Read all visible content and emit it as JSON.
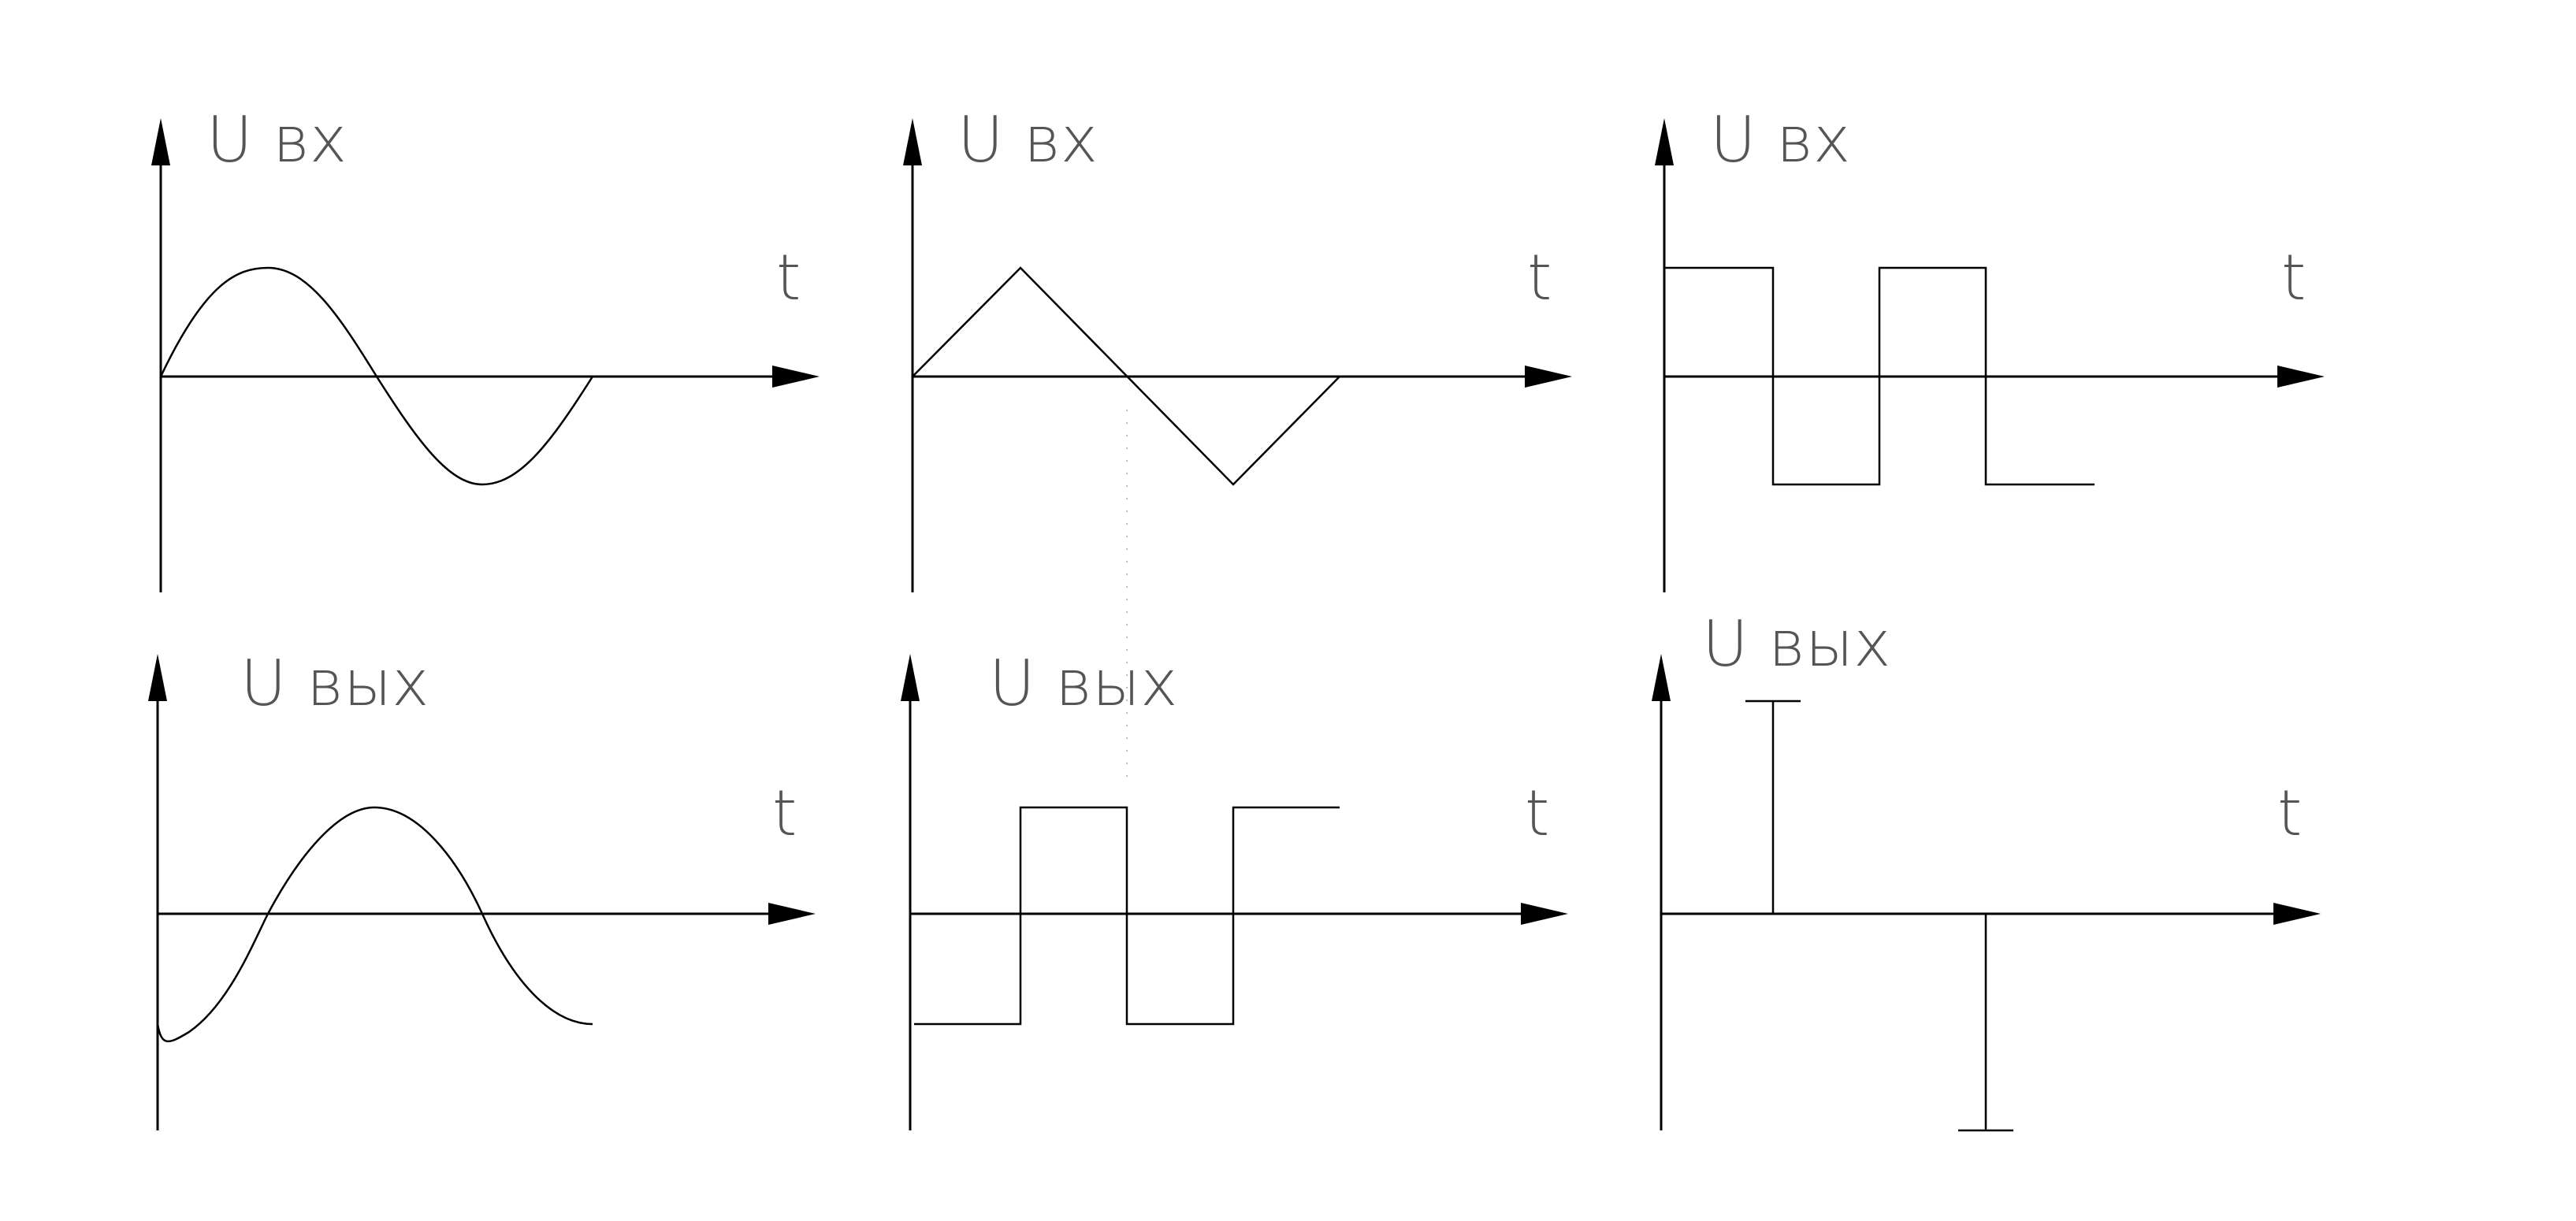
{
  "panels": {
    "top": [
      {
        "ylabel": "U вх",
        "xlabel": "t"
      },
      {
        "ylabel": "U вх",
        "xlabel": "t"
      },
      {
        "ylabel": "U вх",
        "xlabel": "t"
      }
    ],
    "bottom": [
      {
        "ylabel": "U вых",
        "xlabel": "t"
      },
      {
        "ylabel": "U вых",
        "xlabel": "t"
      },
      {
        "ylabel": "U вых",
        "xlabel": "t"
      }
    ]
  },
  "colors": {
    "line": "#000000",
    "label": "#555555"
  }
}
